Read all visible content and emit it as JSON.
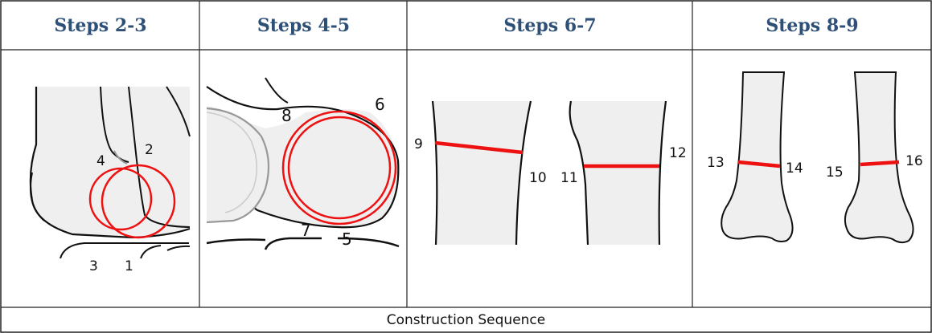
{
  "headers": [
    "Steps 2-3",
    "Steps 4-5",
    "Steps 6-7",
    "Steps 8-9"
  ],
  "caption": "Construction Sequence",
  "panels": {
    "p1": {
      "labels": [
        "1",
        "2",
        "3",
        "4"
      ]
    },
    "p2": {
      "labels": [
        "5",
        "6",
        "7",
        "8"
      ]
    },
    "p3": {
      "labels": [
        "9",
        "10",
        "11",
        "12"
      ]
    },
    "p4": {
      "labels": [
        "13",
        "14",
        "15",
        "16"
      ]
    }
  },
  "colors": {
    "header_text": "#2e5077",
    "marker": "#ee1111",
    "bone_fill": "#efefef",
    "outline": "#111111",
    "grey_outline": "#999999"
  }
}
